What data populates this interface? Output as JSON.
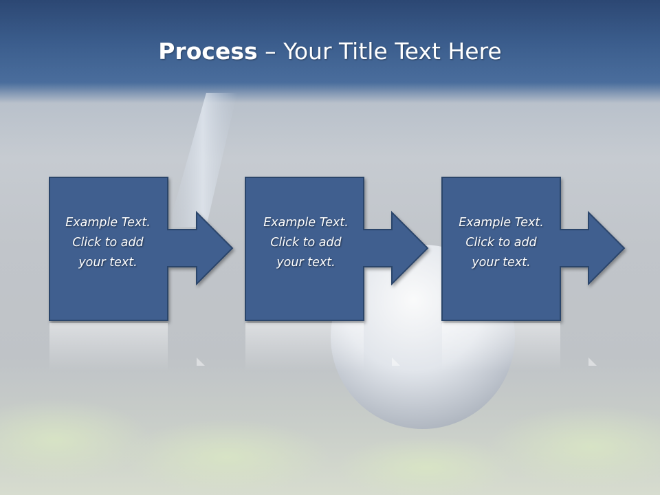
{
  "title": {
    "bold": "Process",
    "separator": " – ",
    "rest": "Your Title Text Here"
  },
  "steps": [
    {
      "line1": "Example Text.",
      "line2": "Click  to add",
      "line3": "your text."
    },
    {
      "line1": "Example Text.",
      "line2": "Click  to add",
      "line3": "your text."
    },
    {
      "line1": "Example Text.",
      "line2": "Click  to add",
      "line3": "your text."
    }
  ],
  "colors": {
    "box_fill": "#3f5f8f",
    "box_stroke": "#2b446b",
    "header_band": "#3b5e8e",
    "title_text": "#ffffff",
    "step_text": "#ffffff"
  },
  "background_image": "golf-ball-on-tee"
}
